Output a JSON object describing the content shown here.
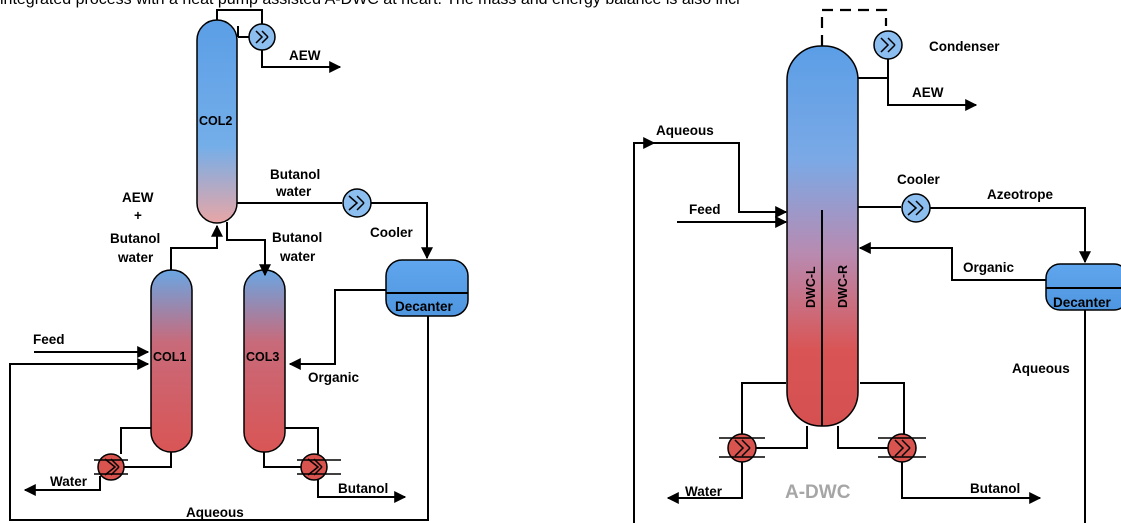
{
  "caption": "integrated process with a heat pump assisted A-DWC at heart. The mass and energy balance is also incl",
  "left": {
    "col1": "COL1",
    "col2": "COL2",
    "col3": "COL3",
    "aew_top": "AEW",
    "butanol_water_a_1": "Butanol",
    "butanol_water_a_2": "water",
    "aew_mix_1": "AEW",
    "aew_mix_2": "+",
    "aew_mix_3": "Butanol",
    "aew_mix_4": "water",
    "butanol_water_b_1": "Butanol",
    "butanol_water_b_2": "water",
    "cooler": "Cooler",
    "decanter": "Decanter",
    "feed": "Feed",
    "organic": "Organic",
    "water": "Water",
    "butanol": "Butanol",
    "aqueous": "Aqueous"
  },
  "right": {
    "condenser": "Condenser",
    "aew": "AEW",
    "aqueous_in": "Aqueous",
    "feed": "Feed",
    "cooler": "Cooler",
    "azeotrope": "Azeotrope",
    "organic": "Organic",
    "decanter": "Decanter",
    "aqueous_out": "Aqueous",
    "dwc_l": "DWC-L",
    "dwc_r": "DWC-R",
    "water": "Water",
    "butanol": "Butanol",
    "adwc": "A-DWC"
  },
  "colors": {
    "column_top": "#6aa6e3",
    "column_mid": "#b0a8d0",
    "column_bottom": "#d95555",
    "cooler_fill": "#8cbef0",
    "reboiler_fill": "#d9534f",
    "adwc_label": "#a6a6a6"
  }
}
